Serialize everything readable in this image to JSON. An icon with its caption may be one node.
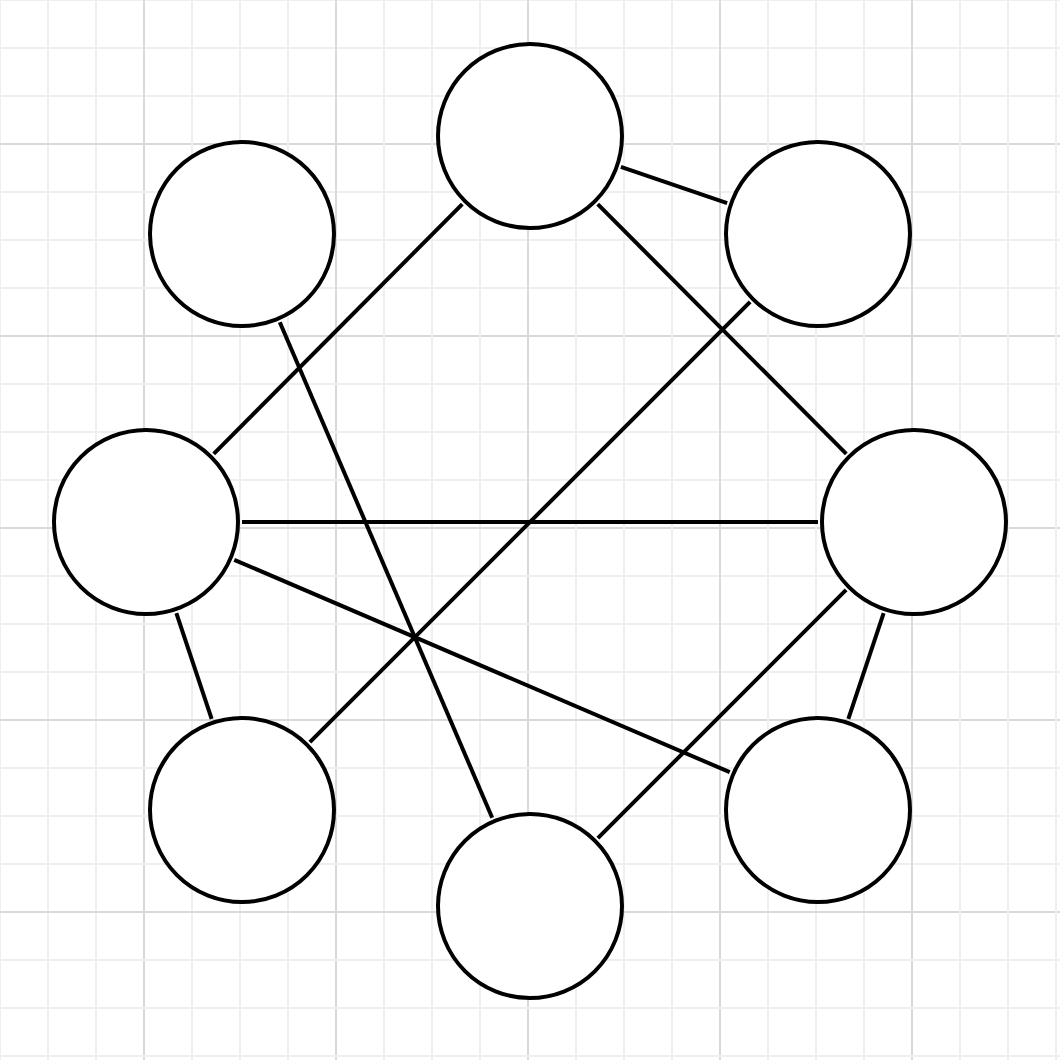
{
  "diagram": {
    "nodes": [
      {
        "text": [],
        "shape": "circle"
      },
      {
        "text": [],
        "shape": "circle"
      },
      {
        "text": [],
        "shape": "circle"
      },
      {
        "text": [],
        "shape": "circle"
      },
      {
        "text": [],
        "shape": "circle"
      },
      {
        "text": [],
        "shape": "circle"
      },
      {
        "text": [],
        "shape": "circle"
      },
      {
        "text": [],
        "shape": "circle"
      }
    ],
    "edges": [
      {
        "from": 0,
        "to": 2,
        "arrow": "none"
      },
      {
        "from": 0,
        "to": 3,
        "arrow": "none"
      },
      {
        "from": 0,
        "to": 4,
        "arrow": "none"
      },
      {
        "from": 1,
        "to": 6,
        "arrow": "none"
      },
      {
        "from": 2,
        "to": 5,
        "arrow": "none"
      },
      {
        "from": 3,
        "to": 4,
        "arrow": "none"
      },
      {
        "from": 3,
        "to": 5,
        "arrow": "none"
      },
      {
        "from": 3,
        "to": 7,
        "arrow": "none"
      },
      {
        "from": 4,
        "to": 6,
        "arrow": "none"
      },
      {
        "from": 4,
        "to": 7,
        "arrow": "none"
      }
    ]
  }
}
